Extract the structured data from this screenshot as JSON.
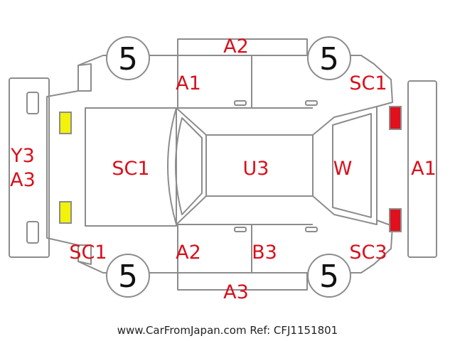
{
  "colors": {
    "outline": "#8c8c8c",
    "code_text": "#d8101c",
    "yellow_light": "#f2f20a",
    "red_light": "#e0101c",
    "tire_text": "#111111"
  },
  "tires": {
    "front_left": "5",
    "front_right": "5",
    "rear_left": "5",
    "rear_right": "5"
  },
  "damage_codes": {
    "roof": "U3",
    "hood": "SC1",
    "front_bumper": "Y3",
    "front_bumper_2": "A3",
    "top_panel": "A2",
    "top_front_door": "A1",
    "top_rear_quarter": "SC1",
    "bottom_front_fender": "SC1",
    "bottom_front_door": "A2",
    "bottom_rear_door": "B3",
    "bottom_rear_quarter": "SC3",
    "bottom_panel": "A3",
    "windshield": "W",
    "rear_bumper": "A1"
  },
  "footer": "www.CarFromJapan.com Ref: CFJ1151801"
}
